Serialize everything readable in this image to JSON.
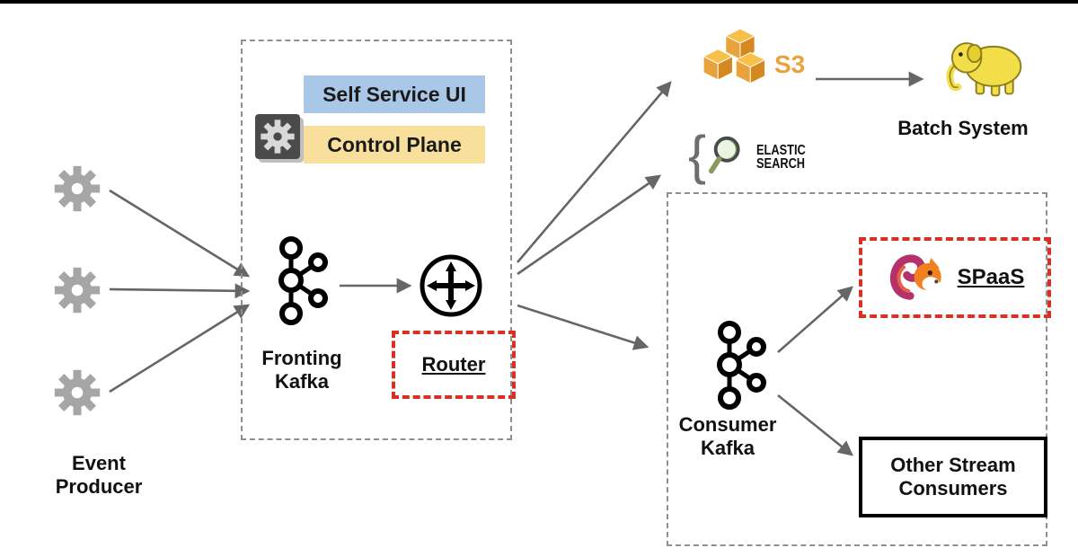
{
  "producers": {
    "label": "Event Producer"
  },
  "fronting": {
    "self_service_ui": "Self Service UI",
    "control_plane": "Control Plane",
    "kafka_label": "Fronting Kafka",
    "router_label": "Router"
  },
  "sinks": {
    "s3_label": "S3",
    "brace": "{",
    "elastic_word1": "ELASTIC",
    "elastic_word2": "SEARCH",
    "batch_system_label": "Batch System"
  },
  "consumers": {
    "kafka_label": "Consumer Kafka",
    "spaas_label": "SPaaS",
    "other_stream_label": "Other Stream Consumers"
  },
  "colors": {
    "self_service_ui_bg": "#A9C7E7",
    "control_plane_bg": "#F8DF9C",
    "highlight_red": "#D93025",
    "arrow_gray": "#666666",
    "s3_amber": "#E8A33D",
    "hadoop_yellow": "#F2DE49",
    "flink_orange": "#F2801E",
    "flink_tail": "#B5316A",
    "gear_dark_bg": "#4A4A4A",
    "producer_gray": "#A6A6A6"
  }
}
